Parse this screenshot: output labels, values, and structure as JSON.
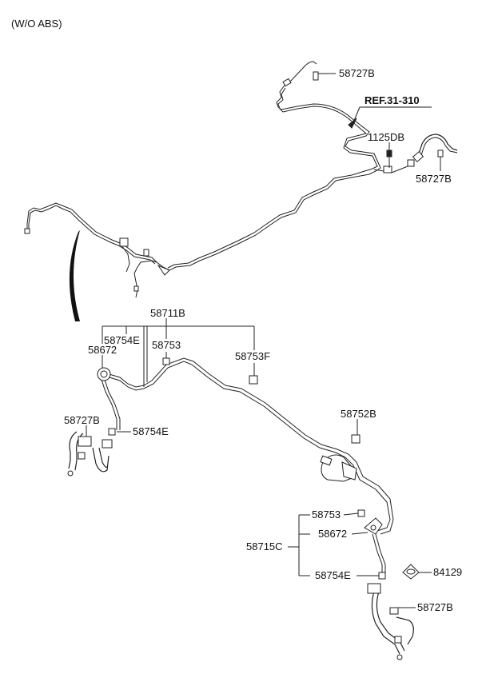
{
  "header": {
    "variant": "(W/O ABS)"
  },
  "callouts": {
    "top_hose_clip": "58727B",
    "ref": "REF.31-310",
    "bolt": "1125DB",
    "right_hose_clip": "58727B",
    "main_assembly": "58711B",
    "clip_e_upper": "58754E",
    "bracket_upper": "58672",
    "clip_753_upper": "58753",
    "clip_753f": "58753F",
    "left_hose_clip": "58727B",
    "clip_e_left": "58754E",
    "clip_752b": "58752B",
    "clip_753_lower": "58753",
    "bracket_lower": "58672",
    "rear_assembly": "58715C",
    "clip_e_lower": "58754E",
    "plug": "84129",
    "rear_hose_clip": "58727B"
  }
}
